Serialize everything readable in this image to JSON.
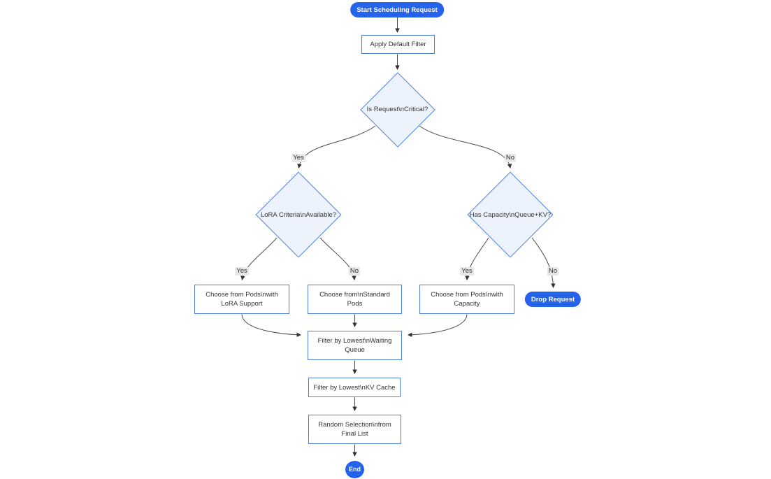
{
  "diagram": {
    "type": "flowchart",
    "direction": "top-down",
    "colors": {
      "node_accent_blue": "#2563eb",
      "rect_border_blue": "#4d7ee2",
      "decision_fill": "#edf3fc",
      "decision_border": "#4c82e0",
      "edge_line": "#4a4a4a",
      "edge_label_bg": "#e8e8e8",
      "text_dark": "#333333",
      "text_light": "#ffffff",
      "background": "#ffffff"
    },
    "nodes": {
      "start": {
        "label": "Start Scheduling Request",
        "shape": "stadium"
      },
      "apply_filter": {
        "label": "Apply Default Filter",
        "shape": "rect"
      },
      "is_critical": {
        "label": "Is Request\\nCritical?",
        "shape": "decision"
      },
      "lora_available": {
        "label": "LoRA Criteria\\nAvailable?",
        "shape": "decision"
      },
      "has_capacity": {
        "label": "Has Capacity\\nQueue+KV?",
        "shape": "decision"
      },
      "choose_lora_pods": {
        "label": "Choose from Pods\\nwith LoRA Support",
        "shape": "rect"
      },
      "choose_standard_pods": {
        "label": "Choose from\\nStandard Pods",
        "shape": "rect"
      },
      "choose_capacity_pods": {
        "label": "Choose from Pods\\nwith Capacity",
        "shape": "rect"
      },
      "drop_request": {
        "label": "Drop Request",
        "shape": "stadium"
      },
      "filter_waiting_queue": {
        "label": "Filter by Lowest\\nWaiting Queue",
        "shape": "rect"
      },
      "filter_kv_cache": {
        "label": "Filter by Lowest\\nKV Cache",
        "shape": "rect"
      },
      "random_selection": {
        "label": "Random Selection\\nfrom Final List",
        "shape": "rect"
      },
      "end": {
        "label": "End",
        "shape": "circle"
      }
    },
    "edge_labels": {
      "critical_yes": "Yes",
      "critical_no": "No",
      "lora_yes": "Yes",
      "lora_no": "No",
      "capacity_yes": "Yes",
      "capacity_no": "No"
    },
    "edges": [
      {
        "from": "start",
        "to": "apply_filter",
        "label": ""
      },
      {
        "from": "apply_filter",
        "to": "is_critical",
        "label": ""
      },
      {
        "from": "is_critical",
        "to": "lora_available",
        "label": "Yes"
      },
      {
        "from": "is_critical",
        "to": "has_capacity",
        "label": "No"
      },
      {
        "from": "lora_available",
        "to": "choose_lora_pods",
        "label": "Yes"
      },
      {
        "from": "lora_available",
        "to": "choose_standard_pods",
        "label": "No"
      },
      {
        "from": "has_capacity",
        "to": "choose_capacity_pods",
        "label": "Yes"
      },
      {
        "from": "has_capacity",
        "to": "drop_request",
        "label": "No"
      },
      {
        "from": "choose_lora_pods",
        "to": "filter_waiting_queue",
        "label": ""
      },
      {
        "from": "choose_standard_pods",
        "to": "filter_waiting_queue",
        "label": ""
      },
      {
        "from": "choose_capacity_pods",
        "to": "filter_waiting_queue",
        "label": ""
      },
      {
        "from": "filter_waiting_queue",
        "to": "filter_kv_cache",
        "label": ""
      },
      {
        "from": "filter_kv_cache",
        "to": "random_selection",
        "label": ""
      },
      {
        "from": "random_selection",
        "to": "end",
        "label": ""
      }
    ]
  }
}
